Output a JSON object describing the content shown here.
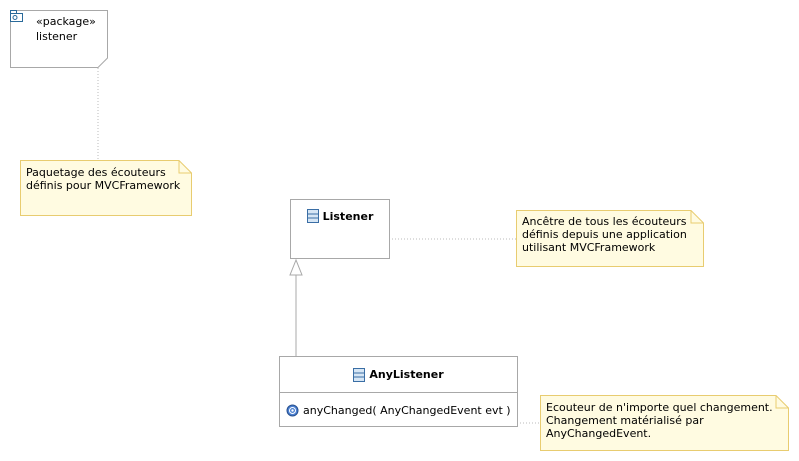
{
  "package": {
    "stereotype": "«package»",
    "name": "listener"
  },
  "notes": {
    "package_note": "Paquetage des écouteurs\ndéfinis pour MVCFramework",
    "listener_note": "Ancêtre de tous les écouteurs\ndéfinis depuis une application\nutilisant MVCFramework",
    "anylistener_note": "Ecouteur de n'importe quel changement.\nChangement matérialisé par\nAnyChangedEvent."
  },
  "classes": {
    "listener": {
      "name": "Listener",
      "icon": "class-icon"
    },
    "anylistener": {
      "name": "AnyListener",
      "icon": "class-icon",
      "operations": [
        {
          "signature": "anyChanged( AnyChangedEvent evt )",
          "icon": "public-operation-icon"
        }
      ]
    }
  },
  "colors": {
    "note_fill": "#fffbe1",
    "note_border": "#e0c060",
    "class_border": "#a8a8a8",
    "connector": "#a8a8a8"
  }
}
